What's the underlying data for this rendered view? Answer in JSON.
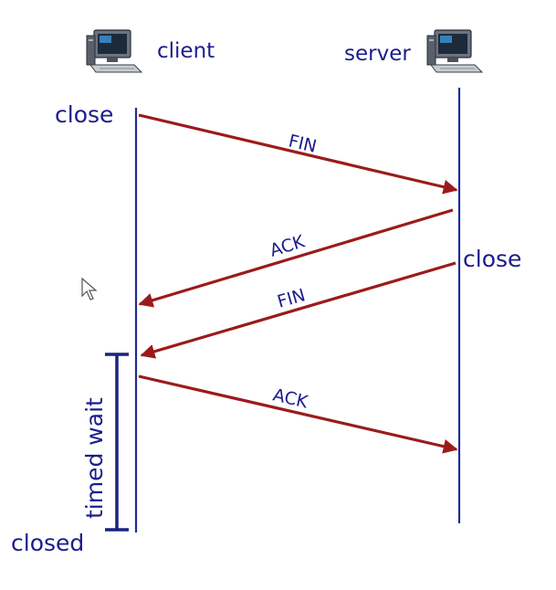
{
  "hosts": {
    "client": {
      "label": "client",
      "icon": "computer-icon"
    },
    "server": {
      "label": "server",
      "icon": "computer-icon"
    }
  },
  "states": {
    "client_close": "close",
    "server_close": "close",
    "client_closed": "closed"
  },
  "messages": [
    {
      "label": "FIN",
      "direction": "client-to-server"
    },
    {
      "label": "ACK",
      "direction": "server-to-client"
    },
    {
      "label": "FIN",
      "direction": "server-to-client"
    },
    {
      "label": "ACK",
      "direction": "client-to-server"
    }
  ],
  "timed_wait": {
    "label": "timed wait"
  },
  "colors": {
    "text": "#1c1c8c",
    "timeline": "#1f2f8f",
    "arrow": "#9b1b1b",
    "bracket": "#1a237e"
  },
  "cursor": {
    "icon": "mouse-pointer-icon"
  }
}
